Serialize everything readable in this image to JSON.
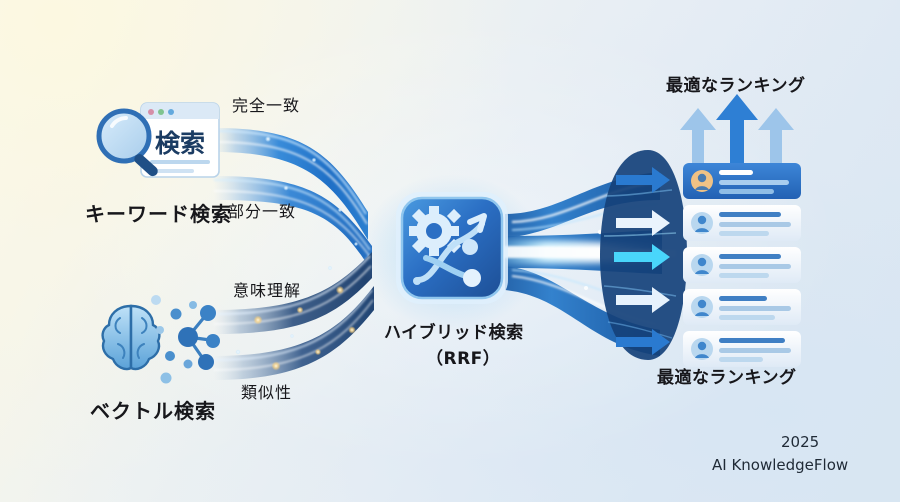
{
  "meta": {
    "diagram_title": "Hybrid Search (RRF) flow diagram",
    "background_warm": "#faf8ee",
    "background_cool": "#dae6f1"
  },
  "sources": [
    {
      "id": "keyword",
      "label": "キーワード検索",
      "icon": "magnifier-browser-icon",
      "icon_text": "検索",
      "streams": [
        {
          "label": "完全一致"
        },
        {
          "label": "部分一致"
        }
      ]
    },
    {
      "id": "vector",
      "label": "ベクトル検索",
      "icon": "brain-network-icon",
      "streams": [
        {
          "label": "意味理解"
        },
        {
          "label": "類似性"
        }
      ]
    }
  ],
  "hub": {
    "label_line1": "ハイブリッド検索",
    "label_line2": "（RRF）",
    "icon": "gear-shuffle-icon",
    "color": "#2f6fc0"
  },
  "results": {
    "top_label": "最適なランキング",
    "bottom_label": "最適なランキング",
    "arrows_up": 3,
    "cards": [
      {
        "rank": 1,
        "highlighted": true,
        "avatar_color": "#f0c285"
      },
      {
        "rank": 2,
        "highlighted": false,
        "avatar_color": "#4a8fd0"
      },
      {
        "rank": 3,
        "highlighted": false,
        "avatar_color": "#3f86cc"
      },
      {
        "rank": 4,
        "highlighted": false,
        "avatar_color": "#3f86cc"
      },
      {
        "rank": 5,
        "highlighted": false,
        "avatar_color": "#3f86cc"
      }
    ]
  },
  "watermark": {
    "year": "2025",
    "brand": "AI KnowledgeFlow"
  }
}
